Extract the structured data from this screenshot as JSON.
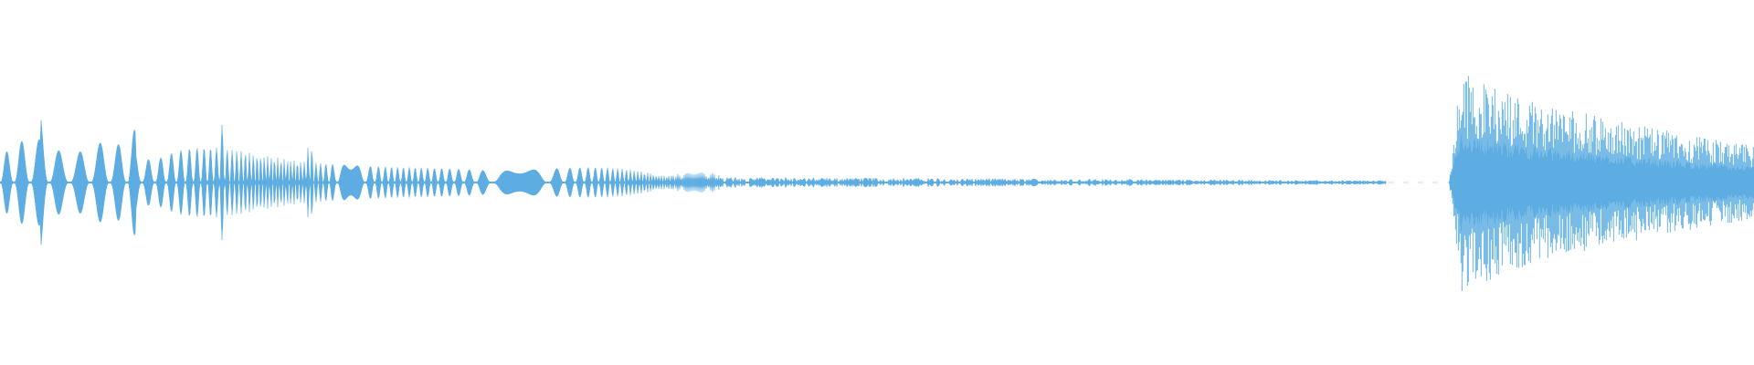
{
  "waveform": {
    "color": "#5dade2",
    "background": "#ffffff",
    "segments": [
      {
        "name": "tonal-pulses",
        "kind": "pulses",
        "start": 0.0,
        "end": 0.41,
        "level_start": 0.25,
        "level_end": 0.05
      },
      {
        "name": "faint-tail",
        "kind": "faint",
        "start": 0.41,
        "end": 0.79,
        "level_start": 0.03,
        "level_end": 0.01
      },
      {
        "name": "silence",
        "kind": "silence",
        "start": 0.79,
        "end": 0.826,
        "level_start": 0.0,
        "level_end": 0.0
      },
      {
        "name": "noise-burst",
        "kind": "noise",
        "start": 0.826,
        "end": 1.0,
        "level_start": 0.7,
        "level_end": 0.2
      }
    ]
  }
}
